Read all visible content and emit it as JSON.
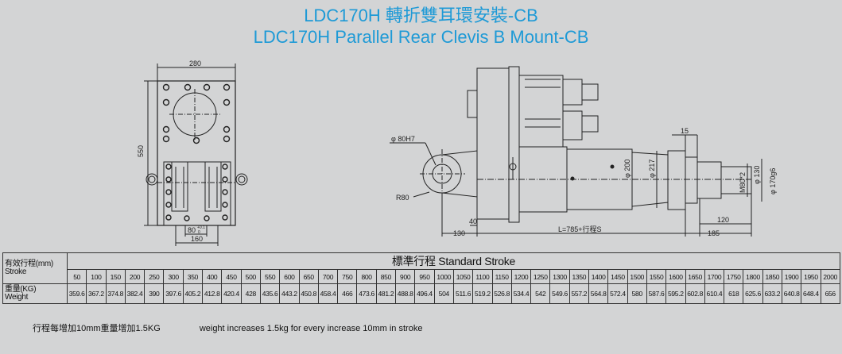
{
  "title": {
    "line1": "LDC170H 轉折雙耳環安裝-CB",
    "line2": "LDC170H Parallel Rear Clevis B Mount-CB"
  },
  "front_view": {
    "width_dim": "280",
    "height_dim": "550",
    "slot_dim": "80",
    "slot_tol_top": "+0.1",
    "slot_tol_bottom": "0",
    "bottom_dim": "160"
  },
  "side_view": {
    "bore_label": "φ 80H7",
    "radius_label": "R80",
    "dim_40": "40",
    "dim_130": "130",
    "length_label": "L=785+行程S",
    "dim_15": "15",
    "dia_200": "φ 200",
    "dia_217": "φ 217",
    "thread": "M80*2",
    "dia_130": "φ 130",
    "dia_170": "φ 170g6",
    "dim_120": "120",
    "dim_185": "185"
  },
  "table": {
    "stroke_label_zh": "有效行程(mm)",
    "stroke_label_en": "Stroke",
    "header": "標準行程 Standard Stroke",
    "weight_label_zh": "重量(KG)",
    "weight_label_en": "Weight",
    "strokes": [
      "50",
      "100",
      "150",
      "200",
      "250",
      "300",
      "350",
      "400",
      "450",
      "500",
      "550",
      "600",
      "650",
      "700",
      "750",
      "800",
      "850",
      "900",
      "950",
      "1000",
      "1050",
      "1100",
      "1150",
      "1200",
      "1250",
      "1300",
      "1350",
      "1400",
      "1450",
      "1500",
      "1550",
      "1600",
      "1650",
      "1700",
      "1750",
      "1800",
      "1850",
      "1900",
      "1950",
      "2000"
    ],
    "weights": [
      "359.6",
      "367.2",
      "374.8",
      "382.4",
      "390",
      "397.6",
      "405.2",
      "412.8",
      "420.4",
      "428",
      "435.6",
      "443.2",
      "450.8",
      "458.4",
      "466",
      "473.6",
      "481.2",
      "488.8",
      "496.4",
      "504",
      "511.6",
      "519.2",
      "526.8",
      "534.4",
      "542",
      "549.6",
      "557.2",
      "564.8",
      "572.4",
      "580",
      "587.6",
      "595.2",
      "602.8",
      "610.4",
      "618",
      "625.6",
      "633.2",
      "640.8",
      "648.4",
      "656"
    ]
  },
  "note": {
    "zh": "行程每增加10mm重量增加1.5KG",
    "en": "weight increases 1.5kg for every increase 10mm in stroke"
  }
}
